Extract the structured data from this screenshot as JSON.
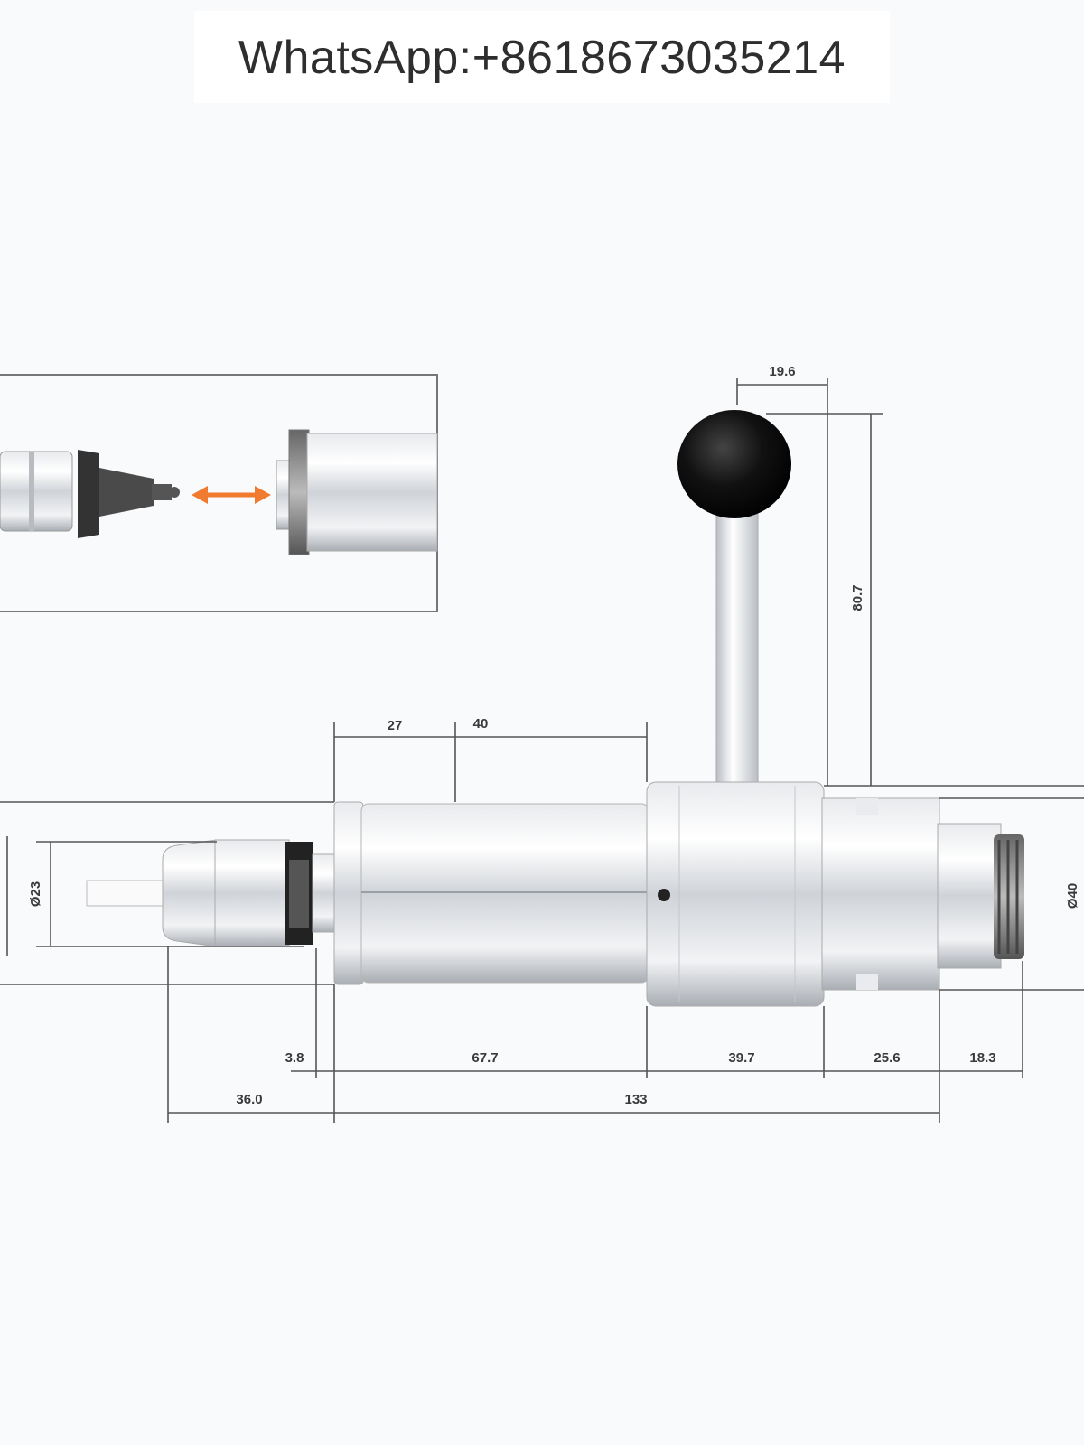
{
  "contact": {
    "text": "WhatsApp:+8618673035214"
  },
  "dimensions": {
    "ball_diameter": "19.6",
    "lever_height": "80.7",
    "top_27": "27",
    "top_40": "40",
    "bore_dia": "Ø23",
    "body_dia": "Ø40",
    "seg_3_8": "3.8",
    "seg_67_7": "67.7",
    "seg_39_7": "39.7",
    "seg_25_6": "25.6",
    "seg_18_3": "18.3",
    "seg_36_0": "36.0",
    "seg_133": "133"
  },
  "colors": {
    "accent_arrow": "#f07a2e",
    "line": "#555555",
    "metal": "#c9cdd2",
    "knob": "#111111"
  }
}
